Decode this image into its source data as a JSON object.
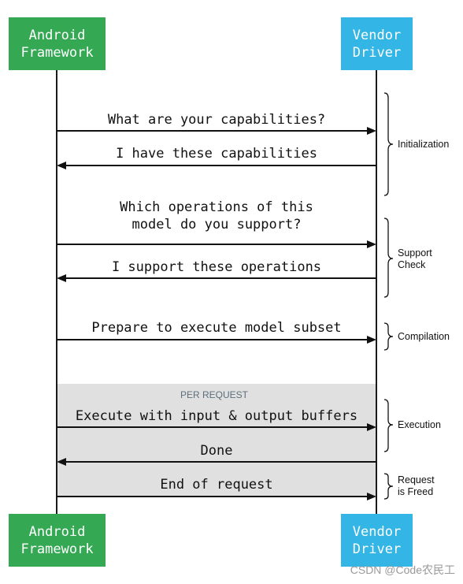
{
  "participants": {
    "android_top": {
      "lines": [
        "Android",
        "Framework"
      ],
      "color": "#34a853"
    },
    "vendor_top": {
      "lines": [
        "Vendor",
        "Driver"
      ],
      "color": "#33b5e5"
    },
    "android_bottom": {
      "lines": [
        "Android",
        "Framework"
      ],
      "color": "#34a853"
    },
    "vendor_bottom": {
      "lines": [
        "Vendor",
        "Driver"
      ],
      "color": "#33b5e5"
    }
  },
  "band": {
    "label": "PER REQUEST",
    "color": "#e0e0e0"
  },
  "messages": [
    {
      "lines": [
        "What are your capabilities?"
      ],
      "direction": "right"
    },
    {
      "lines": [
        "I have these capabilities"
      ],
      "direction": "left"
    },
    {
      "lines": [
        "Which operations of this",
        "model do you support?"
      ],
      "direction": "right"
    },
    {
      "lines": [
        "I support these operations"
      ],
      "direction": "left"
    },
    {
      "lines": [
        "Prepare to execute model subset"
      ],
      "direction": "right"
    },
    {
      "lines": [
        "Execute with input & output buffers"
      ],
      "direction": "right"
    },
    {
      "lines": [
        "Done"
      ],
      "direction": "left"
    },
    {
      "lines": [
        "End of request"
      ],
      "direction": "right"
    }
  ],
  "phases": [
    {
      "lines": [
        "Initialization"
      ]
    },
    {
      "lines": [
        "Support",
        "Check"
      ]
    },
    {
      "lines": [
        "Compilation"
      ]
    },
    {
      "lines": [
        "Execution"
      ]
    },
    {
      "lines": [
        "Request",
        "is Freed"
      ]
    }
  ],
  "watermark": "CSDN @Code农民工"
}
